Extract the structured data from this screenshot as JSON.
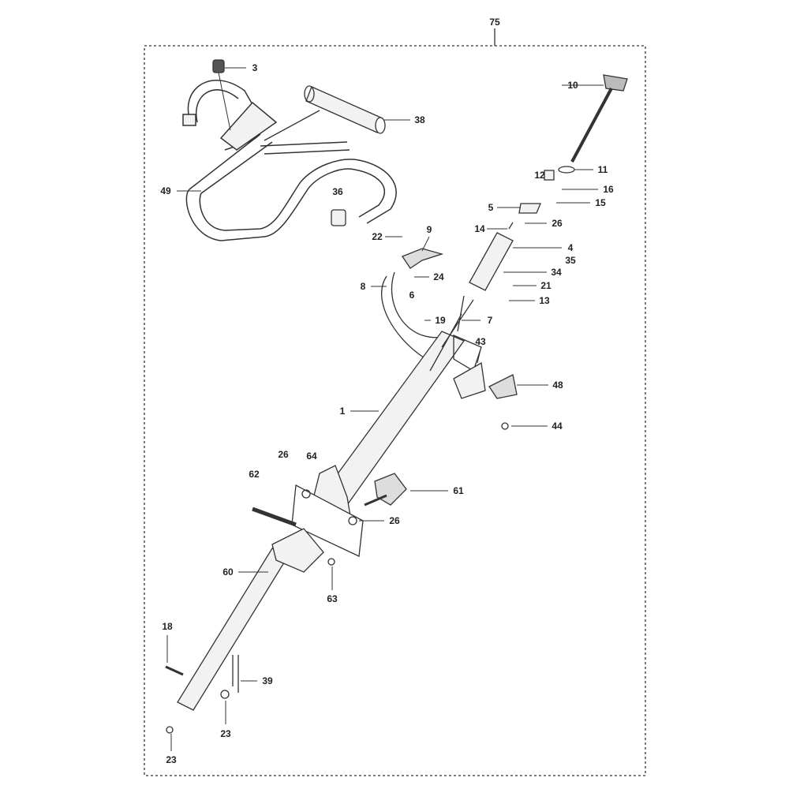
{
  "diagram": {
    "assembly_label": "75",
    "part_labels": [
      "3",
      "38",
      "10",
      "11",
      "12",
      "16",
      "5",
      "15",
      "26",
      "14",
      "49",
      "36",
      "22",
      "9",
      "24",
      "8",
      "4",
      "35",
      "34",
      "21",
      "13",
      "6",
      "19",
      "7",
      "43",
      "48",
      "1",
      "44",
      "26",
      "64",
      "62",
      "61",
      "26",
      "60",
      "63",
      "18",
      "39",
      "23",
      "23"
    ]
  },
  "colors": {
    "line": "#333333",
    "part_fill": "#f2f2f2",
    "text": "#222222"
  }
}
